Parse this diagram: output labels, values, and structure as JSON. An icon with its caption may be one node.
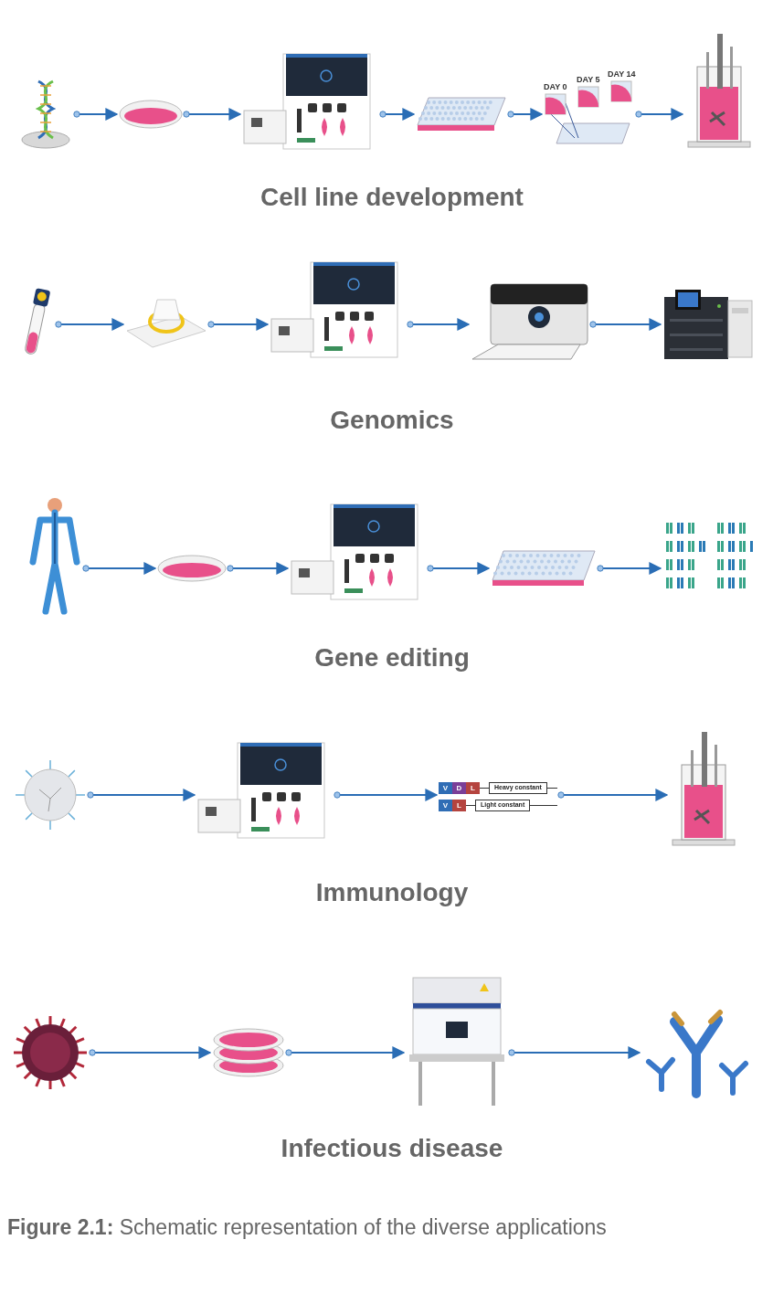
{
  "diagram": {
    "caption": "**Figure 2.1:** Schematic representation of the diverse applications",
    "nodes": [
      {
        "text": [],
        "shape": "picture"
      },
      {
        "text": [],
        "shape": "picture"
      },
      {
        "text": [],
        "shape": "picture"
      },
      {
        "text": [],
        "shape": "picture"
      },
      {
        "text": [
          "DAY 0",
          "DAY 5",
          "DAY 14"
        ]
      },
      {
        "text": [],
        "shape": "picture"
      },
      {
        "text": [],
        "shape": "picture"
      },
      {
        "text": [],
        "shape": "picture"
      },
      {
        "text": [],
        "shape": "picture"
      },
      {
        "text": [],
        "shape": "picture"
      },
      {
        "text": [],
        "shape": "picture"
      },
      {
        "text": [],
        "shape": "picture"
      },
      {
        "text": [],
        "shape": "picture"
      },
      {
        "text": [],
        "shape": "picture"
      },
      {
        "text": [],
        "shape": "picture"
      },
      {
        "text": [],
        "shape": "picture"
      },
      {
        "text": [],
        "shape": "picture"
      },
      {
        "text": [],
        "shape": "picture"
      },
      {
        "text": [
          "V",
          "D",
          "L",
          "Heavy constant",
          "V",
          "L",
          "Light constant"
        ]
      },
      {
        "text": [],
        "shape": "picture"
      },
      {
        "text": [],
        "shape": "picture"
      },
      {
        "text": [],
        "shape": "picture"
      },
      {
        "text": [],
        "shape": "picture"
      },
      {
        "text": [],
        "shape": "picture"
      }
    ],
    "edges": [
      {
        "from": 0,
        "to": 1,
        "arrow": "to"
      },
      {
        "from": 1,
        "to": 2,
        "arrow": "to"
      },
      {
        "from": 2,
        "to": 3,
        "arrow": "to"
      },
      {
        "from": 3,
        "to": 4,
        "arrow": "to"
      },
      {
        "from": 4,
        "to": 5,
        "arrow": "to"
      },
      {
        "from": 6,
        "to": 7,
        "arrow": "to"
      },
      {
        "from": 7,
        "to": 8,
        "arrow": "to"
      },
      {
        "from": 8,
        "to": 9,
        "arrow": "to"
      },
      {
        "from": 9,
        "to": 10,
        "arrow": "to"
      },
      {
        "from": 11,
        "to": 12,
        "arrow": "to"
      },
      {
        "from": 12,
        "to": 13,
        "arrow": "to"
      },
      {
        "from": 13,
        "to": 14,
        "arrow": "to"
      },
      {
        "from": 14,
        "to": 15,
        "arrow": "to"
      },
      {
        "from": 16,
        "to": 17,
        "arrow": "to"
      },
      {
        "from": 17,
        "to": 18,
        "arrow": "to"
      },
      {
        "from": 18,
        "to": 19,
        "arrow": "to"
      },
      {
        "from": 20,
        "to": 21,
        "arrow": "to"
      },
      {
        "from": 21,
        "to": 22,
        "arrow": "to"
      },
      {
        "from": 22,
        "to": 23,
        "arrow": "to"
      }
    ],
    "labels": [
      "Cell line development",
      "Genomics",
      "Gene editing",
      "Immunology",
      "Infectious disease"
    ]
  }
}
